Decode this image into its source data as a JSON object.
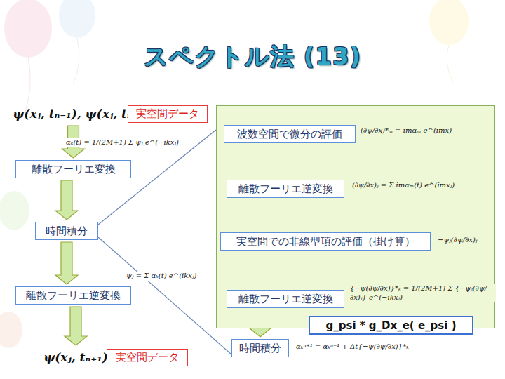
{
  "diagram": {
    "title": "スペクトル法 (13)",
    "nodes": [
      {
        "text": [
          "ψ(xⱼ, tₙ₋₁), ψ(xⱼ, tₙ)"
        ]
      },
      {
        "text": [
          "実空間データ"
        ]
      },
      {
        "text": []
      },
      {
        "text": [
          "波数空間で微分の評価"
        ],
        "in": 2
      },
      {
        "text": [
          "離散フーリエ逆変換"
        ],
        "in": 2
      },
      {
        "text": [
          "実空間での非線型項の評価（掛け算）"
        ],
        "in": 2
      },
      {
        "text": [
          "離散フーリエ逆変換"
        ],
        "in": 2
      },
      {
        "text": [
          "離散フーリエ変換"
        ]
      },
      {
        "text": [
          "時間積分"
        ]
      },
      {
        "text": [
          "g_psi * g_Dx_e( e_psi )"
        ]
      },
      {
        "text": [
          "離散フーリエ逆変換"
        ]
      },
      {
        "text": [
          "時間積分"
        ]
      },
      {
        "text": [
          "ψ(xⱼ, tₙ₊₁)"
        ]
      },
      {
        "text": [
          "実空間データ"
        ]
      }
    ],
    "edges": [
      {
        "from": 0,
        "to": 7,
        "arrow": "to"
      },
      {
        "from": 7,
        "to": 8,
        "arrow": "to"
      },
      {
        "from": 8,
        "to": 10,
        "arrow": "to"
      },
      {
        "from": 10,
        "to": 12,
        "arrow": "to"
      },
      {
        "from": 3,
        "to": 4,
        "arrow": "to"
      },
      {
        "from": 4,
        "to": 5,
        "arrow": "to"
      },
      {
        "from": 5,
        "to": 6,
        "arrow": "to"
      },
      {
        "from": 6,
        "to": 11,
        "arrow": "to"
      },
      {
        "from": 8,
        "to": 2,
        "arrow": "none"
      },
      {
        "from": 8,
        "to": 11,
        "arrow": "none"
      }
    ],
    "labels": [
      "αₖ(t) = 1/(2M+1) Σ ψⱼ e^(−ikxⱼ)",
      "(∂ψ/∂x)*ₘ = imαₘ e^(imx)",
      "ψⱼ = Σ αₖ(t) e^(ikxⱼ)",
      "(∂ψ/∂x)ⱼ = Σ imαₘ(t) e^(imxⱼ)",
      "−ψⱼ(∂ψ/∂x)ⱼ",
      "{−ψ(∂ψ/∂x)}*ₖ = 1/(2M+1) Σ {−ψⱼ(∂ψ/∂x)ⱼ} e^(−ikxⱼ)",
      "αₖⁿ⁺¹ = αₖⁿ⁻¹ + Δt{−ψ(∂ψ/∂x)}*ₖ"
    ]
  }
}
